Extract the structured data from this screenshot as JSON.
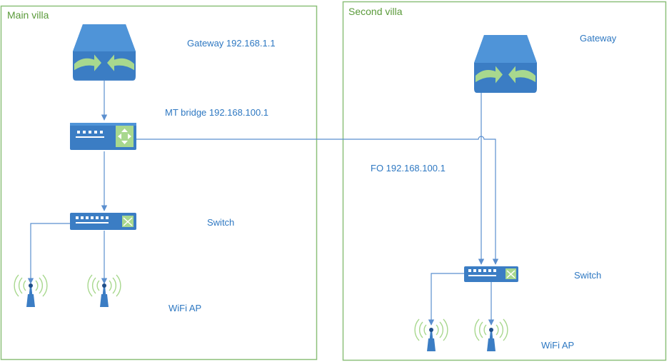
{
  "zones": {
    "main": {
      "title": "Main villa"
    },
    "second": {
      "title": "Second villa"
    }
  },
  "labels": {
    "main_gateway": "Gateway 192.168.1.1",
    "mt_bridge": "MT bridge 192.168.100.1",
    "main_switch": "Switch",
    "main_wifi": "WiFi AP",
    "second_gateway": "Gateway",
    "fo": "FO 192.168.100.1",
    "second_switch": "Switch",
    "second_wifi": "WiFi AP"
  },
  "colors": {
    "zone_border": "#8dc07a",
    "zone_title": "#5a9a3a",
    "device_fill": "#3b7dc4",
    "device_top": "#4f94d8",
    "arrow_green": "#a8d88e",
    "line": "#5b8fcf",
    "label": "#2e78c2"
  },
  "icons": {
    "gateway": "router-icon",
    "bridge": "bridge-icon",
    "switch": "switch-icon",
    "wifi": "wifi-ap-icon"
  }
}
